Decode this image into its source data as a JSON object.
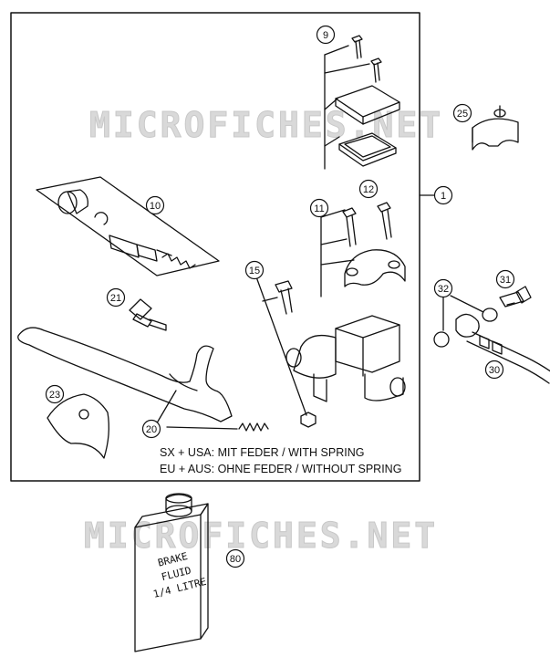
{
  "watermark": "MICROFICHES.NET",
  "notes": {
    "line1": "SX + USA:  MIT FEDER / WITH SPRING",
    "line2": "EU + AUS:  OHNE FEDER / WITHOUT SPRING"
  },
  "can_label": [
    "BRAKE",
    "FLUID",
    "1/4 LITRE"
  ],
  "callouts": [
    "1",
    "9",
    "10",
    "11",
    "12",
    "15",
    "20",
    "21",
    "23",
    "25",
    "30",
    "31",
    "32",
    "80"
  ]
}
